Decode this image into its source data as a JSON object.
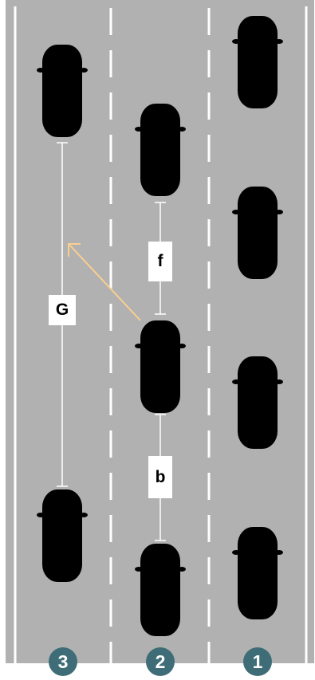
{
  "colors": {
    "road": "#b1b1b1",
    "lane_marking": "#ffffff",
    "car_red": "#ec6a42",
    "car_yellow": "#f9cf8e",
    "car_blue": "#0d3f6b",
    "car_teal": "#4f7f7a",
    "badge": "#3e6d77",
    "arrow": "#f9cf8e",
    "gap_line": "#ffffff"
  },
  "gaps": {
    "lead_same_lane": "f",
    "lag_same_lane": "b",
    "target_lane": "G"
  },
  "lanes": [
    {
      "number": "3"
    },
    {
      "number": "2"
    },
    {
      "number": "1"
    }
  ],
  "cars": {
    "subject": "car_yellow",
    "lane3_front": "car_red",
    "lane3_rear": "car_blue",
    "lane2_front": "car_red",
    "lane2_rear": "car_blue",
    "lane1": [
      "car_teal",
      "car_teal",
      "car_teal",
      "car_teal"
    ]
  }
}
